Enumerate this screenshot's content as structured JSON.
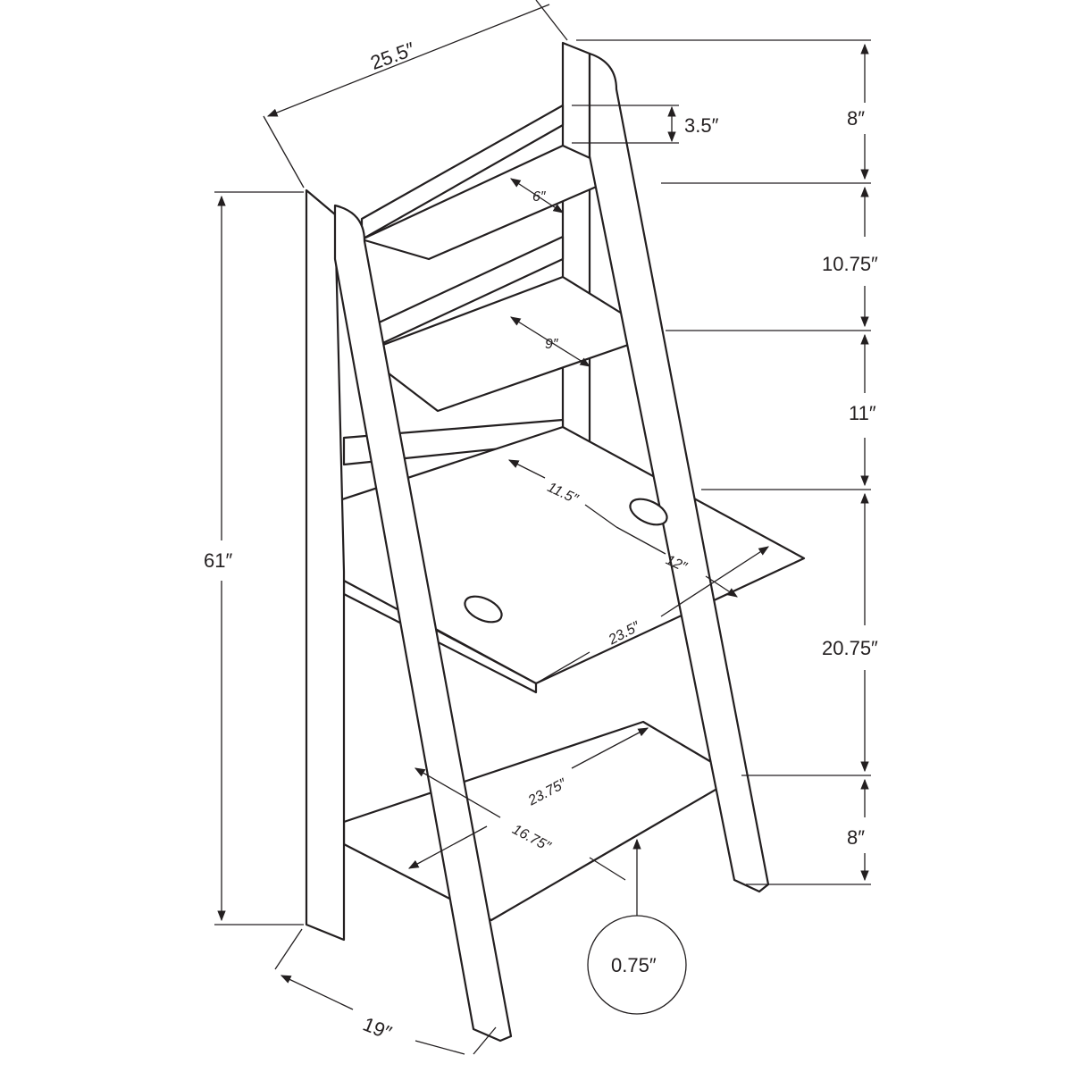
{
  "title": "Ladder desk dimension drawing",
  "dimensions": {
    "overall_width": "25.5″",
    "top_gap": "8″",
    "top_back_height": "3.5″",
    "top_shelf_depth": "6″",
    "second_gap": "10.75″",
    "second_shelf_depth": "9″",
    "third_gap": "11″",
    "desk_depth_folded": "11.5″",
    "desk_extension": "12″",
    "desk_depth_total": "23.5″",
    "desk_height_gap": "20.75″",
    "overall_height": "61″",
    "bottom_shelf_width": "23.75″",
    "bottom_shelf_depth": "16.75″",
    "bottom_gap": "8″",
    "shelf_thickness": "0.75″",
    "overall_depth": "19″"
  }
}
